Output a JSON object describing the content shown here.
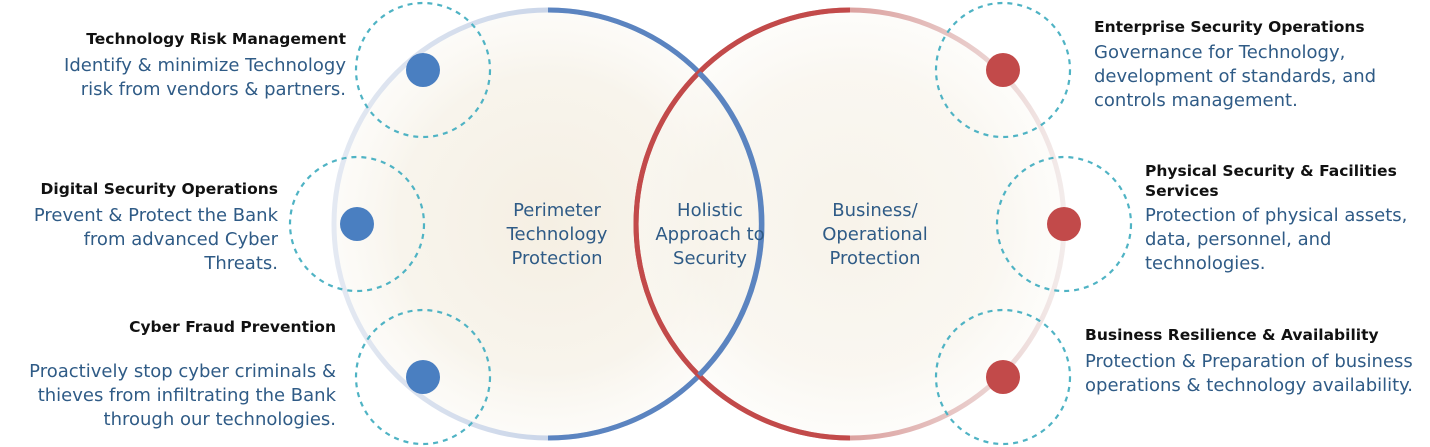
{
  "diagram": {
    "colors": {
      "blue": "#4a7fc1",
      "red": "#c24a4a",
      "teal_dash": "#4fb3c4",
      "text_blue": "#2f5b86",
      "heading": "#111111"
    },
    "venn": {
      "left_label": "Perimeter Technology Protection",
      "center_label": "Holistic Approach to Security",
      "right_label": "Business/ Operational Protection"
    },
    "left_items": [
      {
        "title": "Technology Risk Management",
        "description": "Identify & minimize Technology risk from vendors & partners.",
        "icon": "blue-dot-icon"
      },
      {
        "title": "Digital Security Operations",
        "description": "Prevent & Protect the Bank from advanced Cyber Threats.",
        "icon": "blue-dot-icon"
      },
      {
        "title": "Cyber Fraud Prevention",
        "description": "Proactively stop cyber criminals & thieves from infiltrating the Bank through our technologies.",
        "icon": "blue-dot-icon"
      }
    ],
    "right_items": [
      {
        "title": "Enterprise Security Operations",
        "description": "Governance for Technology, development of standards, and controls management.",
        "icon": "red-dot-icon"
      },
      {
        "title": "Physical Security & Facilities Services",
        "description": "Protection of physical assets, data, personnel, and technologies.",
        "icon": "red-dot-icon"
      },
      {
        "title": "Business Resilience & Availability",
        "description": "Protection & Preparation of business operations & technology availability.",
        "icon": "red-dot-icon"
      }
    ]
  }
}
